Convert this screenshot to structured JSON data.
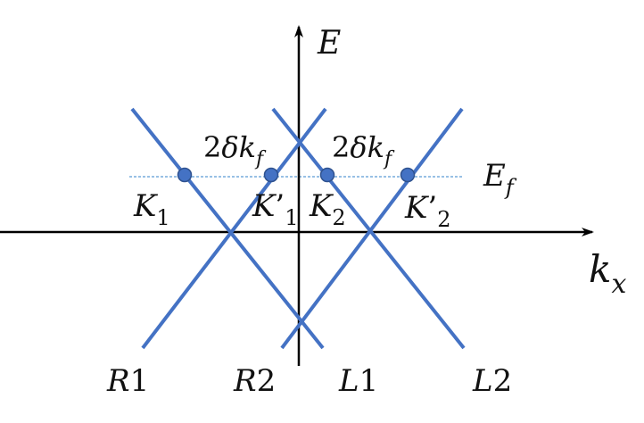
{
  "axes": {
    "y_label": "E",
    "x_label_main": "k",
    "x_label_sub": "x"
  },
  "fermi": {
    "label_main": "E",
    "label_sub": "f"
  },
  "spacing_labels": [
    {
      "prefix": "2",
      "delta": "δ",
      "main": "k",
      "sub": "f"
    },
    {
      "prefix": "2",
      "delta": "δ",
      "main": "k",
      "sub": "f"
    }
  ],
  "point_labels": [
    {
      "main": "K",
      "prime": "",
      "sub": "1"
    },
    {
      "main": "K",
      "prime": "’",
      "sub": "1"
    },
    {
      "main": "K",
      "prime": "",
      "sub": "2"
    },
    {
      "main": "K",
      "prime": "’",
      "sub": "2"
    }
  ],
  "branch_labels": [
    {
      "letter": "R",
      "number": "1"
    },
    {
      "letter": "R",
      "number": "2"
    },
    {
      "letter": "L",
      "number": "1"
    },
    {
      "letter": "L",
      "number": "2"
    }
  ],
  "colors": {
    "band_line": "#4472c4",
    "point_fill": "#4472c4",
    "point_stroke": "#2f528f",
    "axis": "#000000",
    "fermi_line": "#5b9bd5"
  }
}
